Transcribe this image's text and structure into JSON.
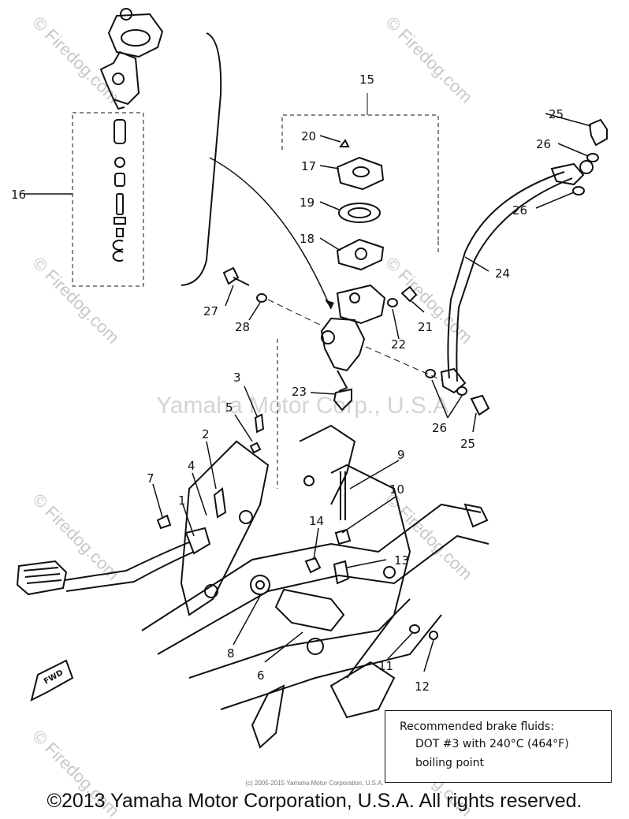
{
  "watermarks": {
    "corner_text": "© Firedog.com",
    "center_text": "Yamaha Motor Corp., U.S.A."
  },
  "callouts": [
    {
      "id": "c1",
      "label": "1"
    },
    {
      "id": "c2",
      "label": "2"
    },
    {
      "id": "c3",
      "label": "3"
    },
    {
      "id": "c4",
      "label": "4"
    },
    {
      "id": "c5",
      "label": "5"
    },
    {
      "id": "c6",
      "label": "6"
    },
    {
      "id": "c7",
      "label": "7"
    },
    {
      "id": "c8",
      "label": "8"
    },
    {
      "id": "c9",
      "label": "9"
    },
    {
      "id": "c10",
      "label": "10"
    },
    {
      "id": "c11",
      "label": "11"
    },
    {
      "id": "c12",
      "label": "12"
    },
    {
      "id": "c13",
      "label": "13"
    },
    {
      "id": "c14",
      "label": "14"
    },
    {
      "id": "c15",
      "label": "15"
    },
    {
      "id": "c16",
      "label": "16"
    },
    {
      "id": "c17",
      "label": "17"
    },
    {
      "id": "c18",
      "label": "18"
    },
    {
      "id": "c19",
      "label": "19"
    },
    {
      "id": "c20",
      "label": "20"
    },
    {
      "id": "c21",
      "label": "21"
    },
    {
      "id": "c22",
      "label": "22"
    },
    {
      "id": "c23",
      "label": "23"
    },
    {
      "id": "c24",
      "label": "24"
    },
    {
      "id": "c25a",
      "label": "25"
    },
    {
      "id": "c25b",
      "label": "25"
    },
    {
      "id": "c26a",
      "label": "26"
    },
    {
      "id": "c26b",
      "label": "26"
    },
    {
      "id": "c26c",
      "label": "26"
    },
    {
      "id": "c27",
      "label": "27"
    },
    {
      "id": "c28",
      "label": "28"
    }
  ],
  "fwd_label": "FWD",
  "note": {
    "line1": "Recommended brake fluids:",
    "line2": "DOT #3 with 240°C (464°F)",
    "line3": "boiling point"
  },
  "small_copyright": "(c) 2005-2015 Yamaha Motor Corporation, U.S.A.",
  "footer_copyright": "©2013 Yamaha Motor Corporation, U.S.A. All rights reserved."
}
